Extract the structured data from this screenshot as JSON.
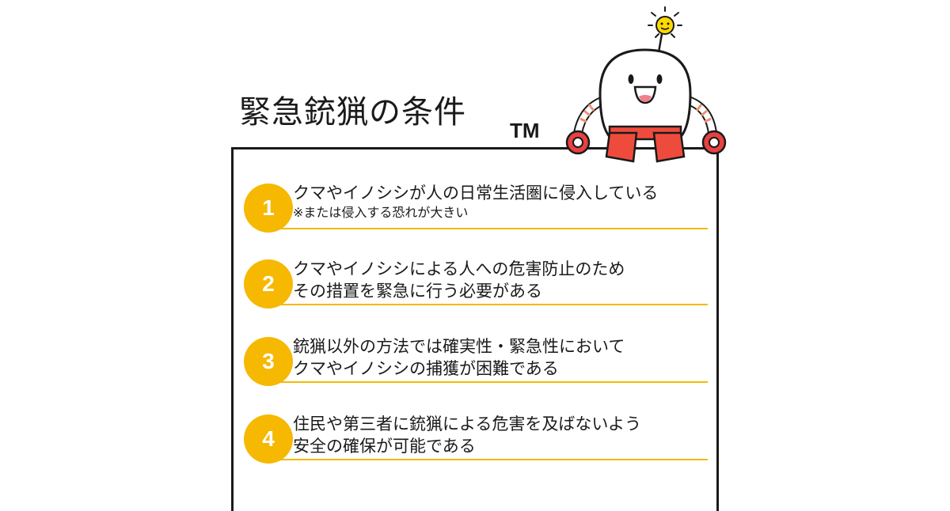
{
  "title": "緊急銃猟の条件",
  "brand_mark": "TM",
  "accent_color": "#f6b800",
  "mascot": {
    "icon": "robot-mascot-icon",
    "antenna_icon": "sun-smiley-icon"
  },
  "conditions": [
    {
      "number": "1",
      "line1": "クマやイノシシが人の日常生活圏に侵入している",
      "note": "※または侵入する恐れが大きい"
    },
    {
      "number": "2",
      "line1": "クマやイノシシによる人への危害防止のため",
      "line2": "その措置を緊急に行う必要がある"
    },
    {
      "number": "3",
      "line1": "銃猟以外の方法では確実性・緊急性において",
      "line2": "クマやイノシシの捕獲が困難である"
    },
    {
      "number": "4",
      "line1": "住民や第三者に銃猟による危害を及ばないよう",
      "line2": "安全の確保が可能である"
    }
  ]
}
